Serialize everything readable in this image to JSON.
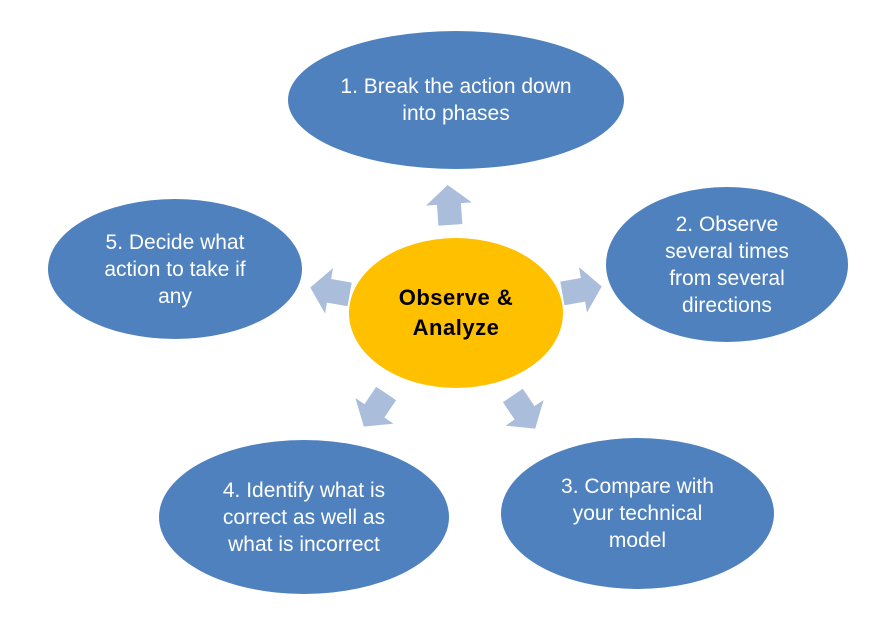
{
  "diagram": {
    "hub": {
      "label": "Observe &\nAnalyze"
    },
    "nodes": [
      {
        "label": "1. Break the action down\ninto phases"
      },
      {
        "label": "2. Observe\nseveral times\nfrom several\ndirections"
      },
      {
        "label": "3. Compare with\nyour technical\nmodel"
      },
      {
        "label": "4. Identify what is\ncorrect as well as\nwhat is incorrect"
      },
      {
        "label": "5. Decide what\naction to take if\nany"
      }
    ],
    "colors": {
      "node_fill": "#4E81BD",
      "node_text": "#FFFFFF",
      "hub_fill": "#FFC000",
      "hub_text": "#000000",
      "arrow_fill": "#AABDDB",
      "background": "#FFFFFF"
    }
  }
}
